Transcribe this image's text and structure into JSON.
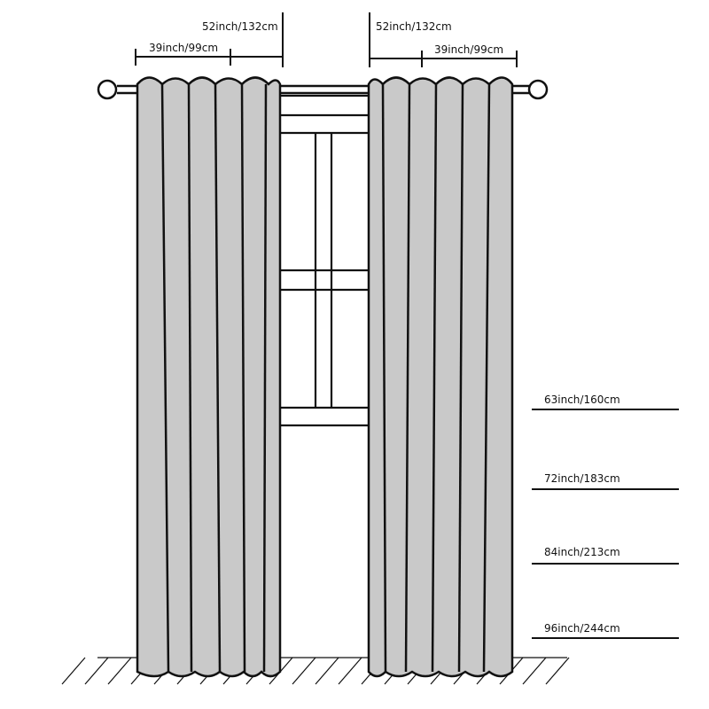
{
  "colors": {
    "stroke": "#111111",
    "curtain_fill": "#c9c9c9",
    "background": "#ffffff"
  },
  "width_labels": {
    "left_panel_width": "52inch/132cm",
    "left_rod_width": "39inch/99cm",
    "right_panel_width": "52inch/132cm",
    "right_rod_width": "39inch/99cm"
  },
  "length_options": [
    {
      "label": "63inch/160cm"
    },
    {
      "label": "72inch/183cm"
    },
    {
      "label": "84inch/213cm"
    },
    {
      "label": "96inch/244cm"
    }
  ]
}
